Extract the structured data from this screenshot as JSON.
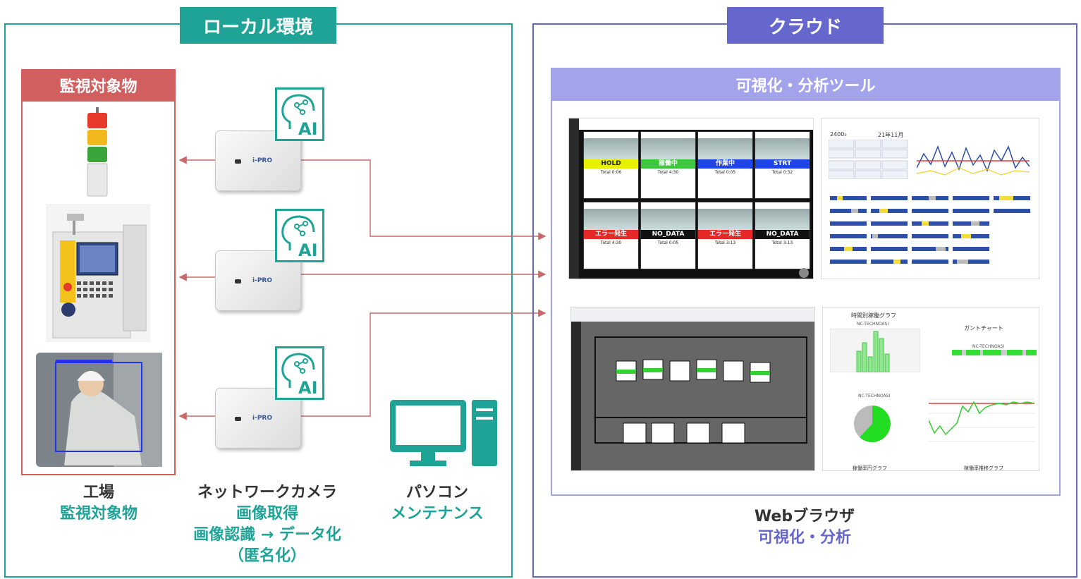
{
  "local": {
    "header": "ローカル環境",
    "monitor_header": "監視対象物",
    "cameras": [
      {
        "brand": "i-PRO",
        "ai_label": "AI"
      },
      {
        "brand": "i-PRO",
        "ai_label": "AI"
      },
      {
        "brand": "i-PRO",
        "ai_label": "AI"
      }
    ],
    "captions": {
      "factory": {
        "line1": "工場",
        "line2": "監視対象物"
      },
      "camera": {
        "line1": "ネットワークカメラ",
        "line2": "画像取得",
        "line3": "画像認識 → データ化",
        "line4": "（匿名化）"
      },
      "pc": {
        "line1": "パソコン",
        "line2": "メンテナンス"
      }
    }
  },
  "cloud": {
    "header": "クラウド",
    "tool_header": "可視化・分析ツール",
    "dashboard_tiles": [
      {
        "status": "HOLD",
        "total": "Total 0:06",
        "color": "#e8f000",
        "text_color": "#222"
      },
      {
        "status": "稼働中",
        "total": "Total 4:30",
        "color": "#3cc83c",
        "text_color": "#fff"
      },
      {
        "status": "作業中",
        "total": "Total 0:05",
        "color": "#1e46e6",
        "text_color": "#fff"
      },
      {
        "status": "STRT",
        "total": "Total 0:32",
        "color": "#1e46e6",
        "text_color": "#fff"
      },
      {
        "status": "エラー発生",
        "total": "Total 4:30",
        "color": "#e62828",
        "text_color": "#fff"
      },
      {
        "status": "NO_DATA",
        "total": "Total 0:05",
        "color": "#111111",
        "text_color": "#fff"
      },
      {
        "status": "エラー発生",
        "total": "Total 3:13",
        "color": "#e62828",
        "text_color": "#fff"
      },
      {
        "status": "NO_DATA",
        "total": "Total 3:13",
        "color": "#111111",
        "text_color": "#fff"
      }
    ],
    "analytics": {
      "month": "2400₀",
      "period": "21年11月"
    },
    "charts_panel": {
      "timeline_title": "時間別稼働グラフ",
      "gantt_title": "ガントチャート",
      "series_name": "NC-TECHNOASI",
      "pie_title": "稼働率円グラフ",
      "trend_title": "稼働率推移グラフ"
    },
    "captions": {
      "line1": "Webブラウザ",
      "line2": "可視化・分析"
    }
  },
  "colors": {
    "teal": "#1fa396",
    "violet": "#6667cc",
    "violet_light": "#a3a3ec",
    "red_header": "#d15f5f",
    "arrow": "#c96a6a"
  }
}
